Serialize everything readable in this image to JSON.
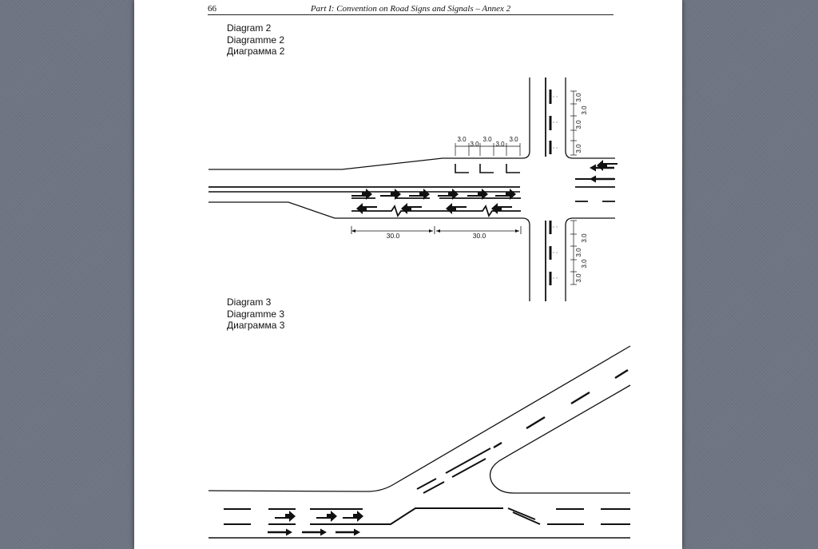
{
  "header": {
    "page_number": "66",
    "running_title": "Part I: Convention on Road Signs and Signals – Annex 2"
  },
  "diagram2": {
    "caption": [
      "Diagram 2",
      "Diagramme 2",
      "Диаграмма 2"
    ],
    "crossing_spacing": [
      "3.0",
      "3.0",
      "3.0",
      "3.0",
      "3.0"
    ],
    "lane_lengths": [
      "30.0",
      "30.0"
    ],
    "top_crosswalk_spacing": [
      "3.0",
      "3.0",
      "3.0",
      "3.0"
    ],
    "bottom_crosswalk_spacing": [
      "3.0",
      "3.0",
      "3.0",
      "3.0"
    ]
  },
  "diagram3": {
    "caption": [
      "Diagram 3",
      "Diagramme 3",
      "Диаграмма 3"
    ]
  },
  "colors": {
    "page": "#ffffff",
    "background": "#6f7683",
    "ink": "#111111"
  },
  "icons": [
    "left-turn-arrow-icon",
    "straight-arrow-icon",
    "dimension-arrow-icon"
  ]
}
